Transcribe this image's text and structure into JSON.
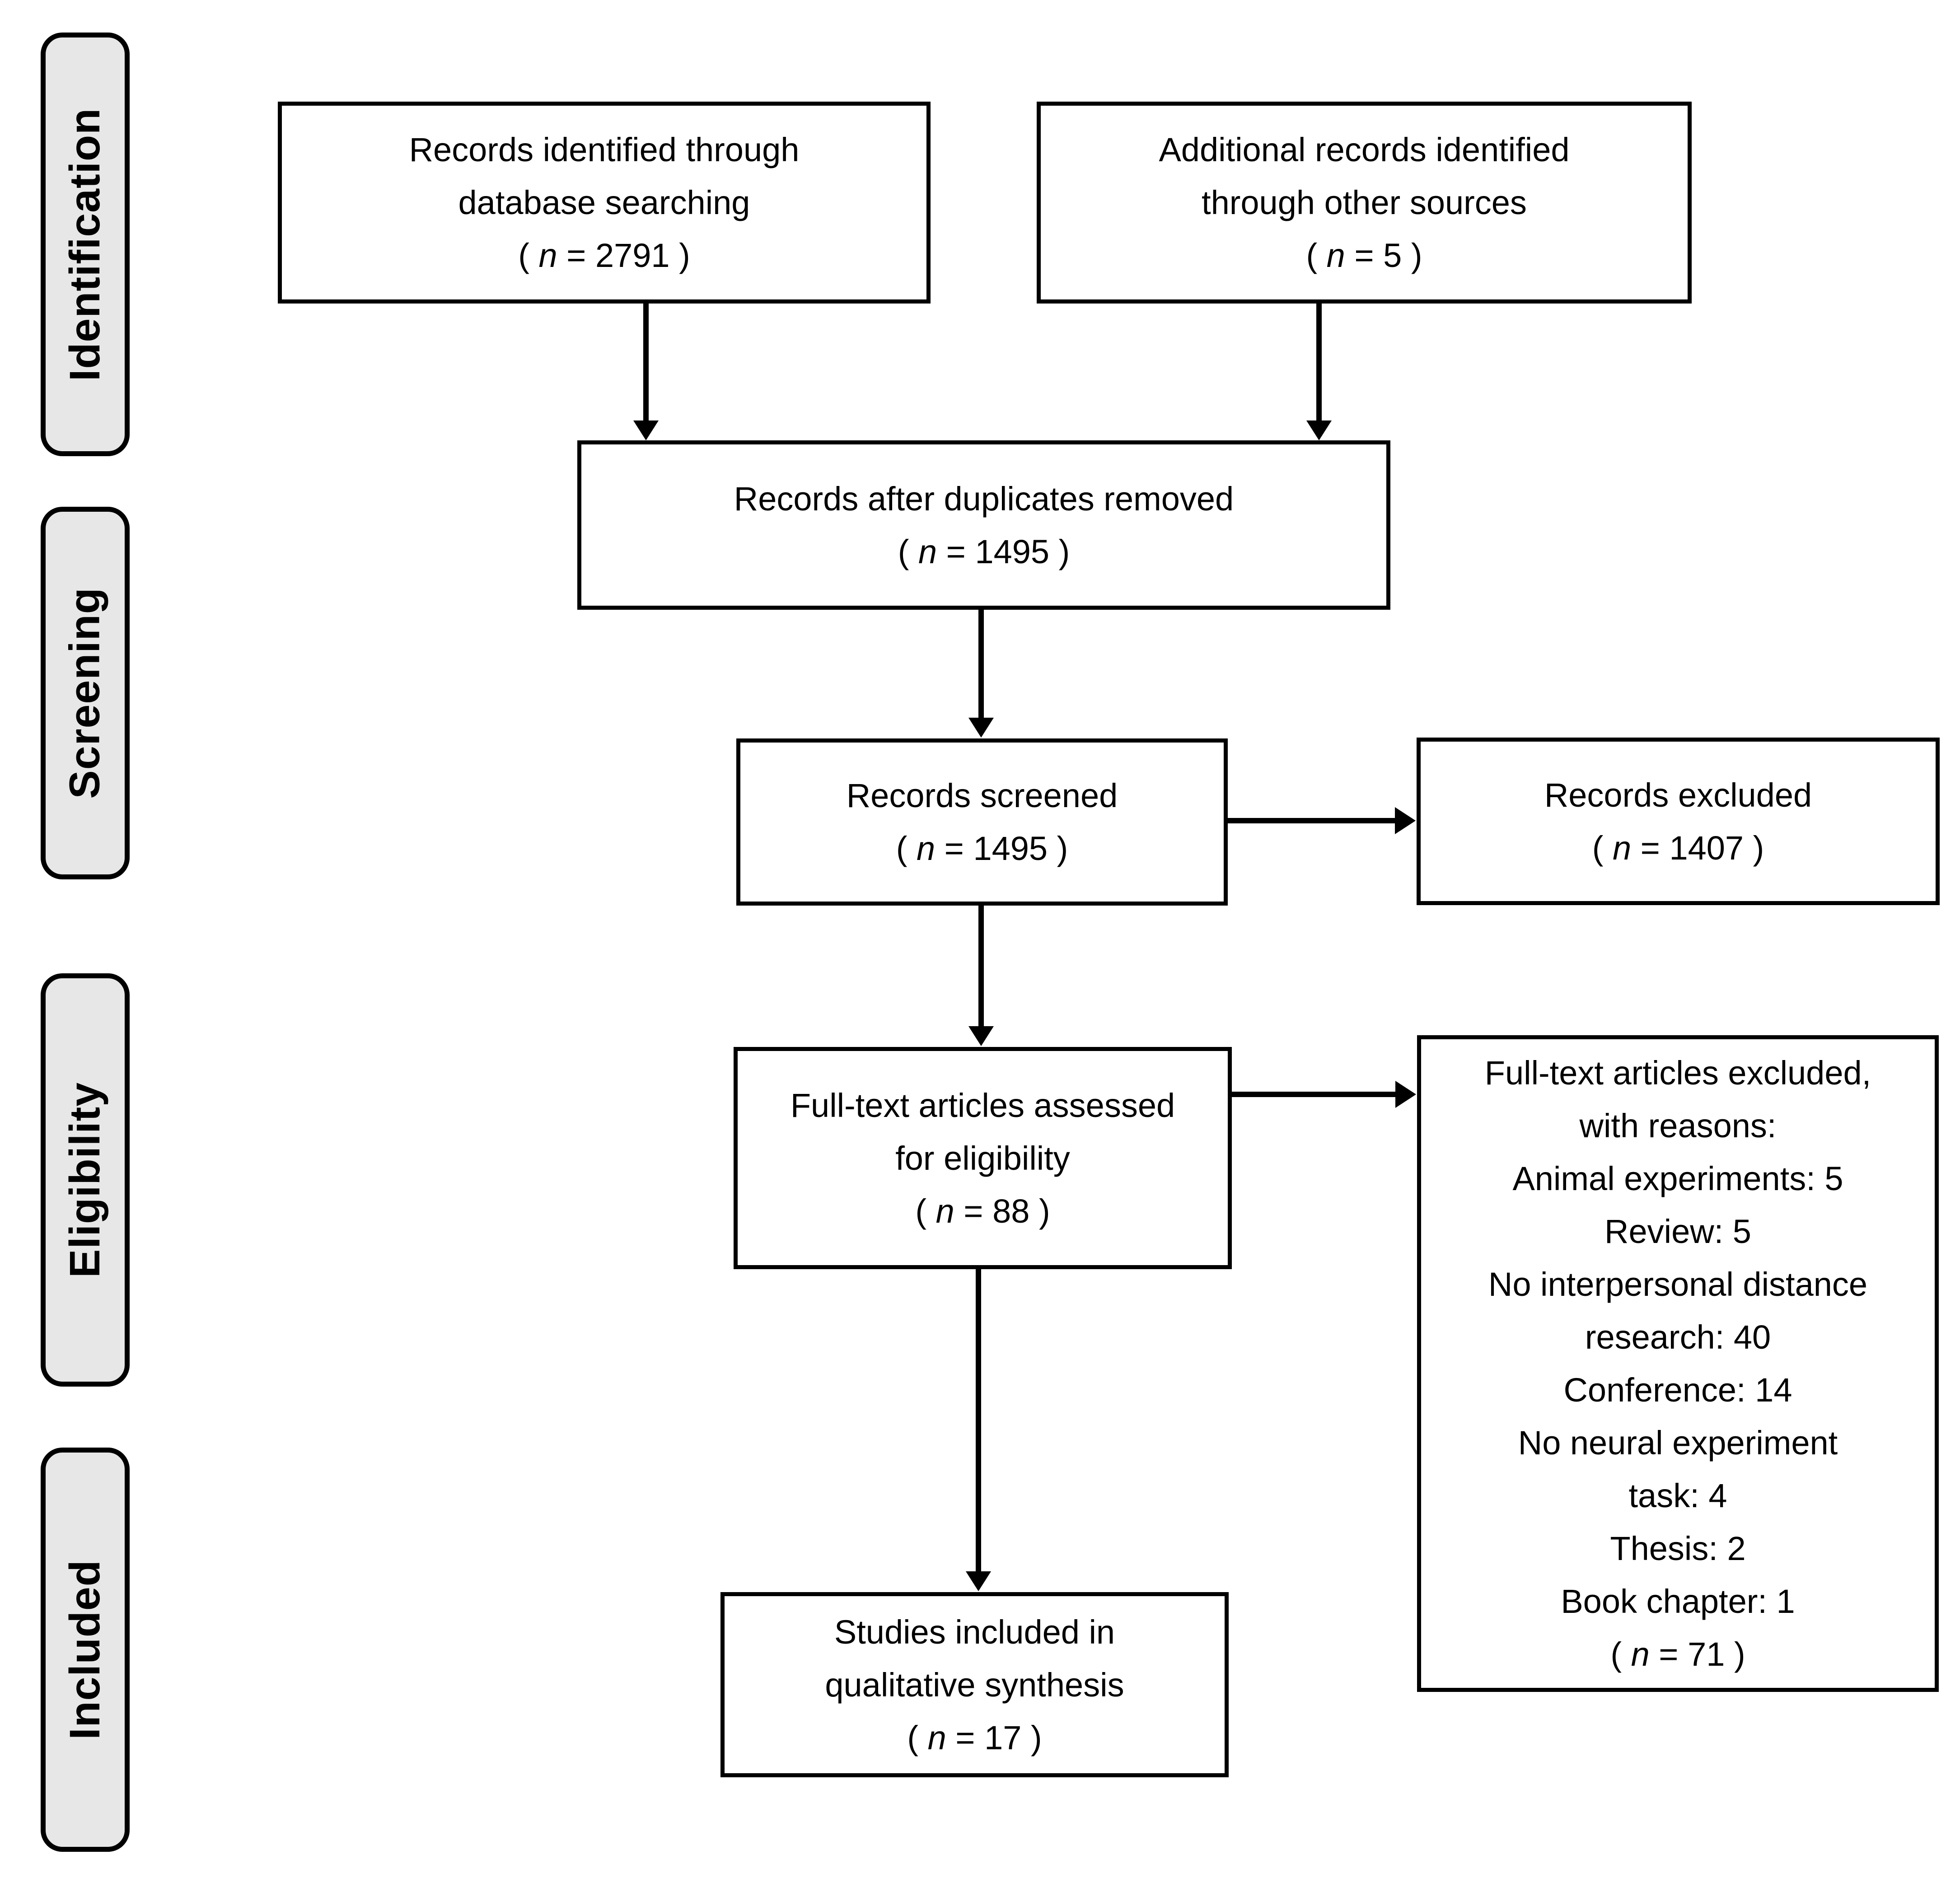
{
  "diagram_type": "PRISMA flow diagram",
  "colors": {
    "background": "#ffffff",
    "box_border": "#000000",
    "text": "#000000",
    "sidebar_fill": "#e7e7e7"
  },
  "symbols": {
    "paren_open": "( ",
    "n": "n",
    "equals": " = ",
    "paren_close": " )"
  },
  "sidebar": {
    "items": [
      {
        "label": "Identification"
      },
      {
        "label": "Screening"
      },
      {
        "label": "Eligibility"
      },
      {
        "label": "Included"
      }
    ]
  },
  "boxes": {
    "identified": {
      "lines": [
        "Records identified through",
        "database searching"
      ],
      "count": "2791"
    },
    "additional": {
      "lines": [
        "Additional records identified",
        "through other sources"
      ],
      "count": "5"
    },
    "deduplicated": {
      "lines": [
        "Records after duplicates removed"
      ],
      "count": "1495"
    },
    "screened": {
      "lines": [
        "Records screened"
      ],
      "count": "1495"
    },
    "records_excluded": {
      "lines": [
        "Records excluded"
      ],
      "count": "1407"
    },
    "fulltext_assessed": {
      "lines": [
        "Full-text articles assessed",
        "for eligibility"
      ],
      "count": "88"
    },
    "fulltext_excluded": {
      "lines": [
        "Full-text articles excluded,",
        "with reasons:",
        "Animal experiments: 5",
        "Review: 5",
        "No interpersonal distance",
        "research: 40",
        "Conference: 14",
        "No neural experiment",
        "task: 4",
        "Thesis: 2",
        "Book chapter: 1"
      ],
      "count": "71"
    },
    "studies_included": {
      "lines": [
        "Studies included in",
        "qualitative synthesis"
      ],
      "count": "17"
    }
  }
}
